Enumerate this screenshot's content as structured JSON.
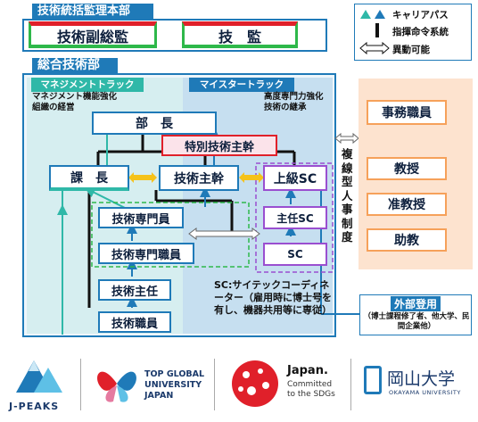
{
  "hq": {
    "title": "技術統括監理本部",
    "deputy": "技術副総監",
    "supervisor": "技　監"
  },
  "legend": {
    "career": "キャリアパス",
    "command": "指揮命令系統",
    "transfer": "異動可能"
  },
  "dept": {
    "title": "総合技術部",
    "mgmt_track": "マネジメントトラック",
    "master_track": "マイスタートラック",
    "mgmt_desc": "マネジメント機能強化\n組織の経営",
    "master_desc": "高度専門力強化\n技術の継承"
  },
  "roles": {
    "bucho": "部　長",
    "tokubetsu": "特別技術主幹",
    "kacho": "課　長",
    "shukan": "技術主幹",
    "senmon": "技術専門員",
    "senmon_shokuin": "技術専門職員",
    "shunin": "技術主任",
    "shokuin": "技術職員",
    "jokyu_sc": "上級SC",
    "shunin_sc": "主任SC",
    "sc": "SC"
  },
  "sc_note": "SC:サイテックコーディネーター（雇用時に博士号を有し、機器共用等に専従）",
  "dual_system": "複線型人事制度",
  "jimu": "事務職員",
  "faculty": [
    "教授",
    "准教授",
    "助教"
  ],
  "external": {
    "title": "外部登用",
    "desc": "（博士課程修了者、他大学、民間企業他）"
  },
  "logos": {
    "jpeaks": "J-PEAKS",
    "tgu": [
      "TOP GLOBAL",
      "UNIVERSITY",
      "JAPAN"
    ],
    "japan": "Japan.",
    "sdgs": [
      "Committed",
      "to the SDGs"
    ],
    "okayama": "岡山大学",
    "okayama_en": "OKAYAMA UNIVERSITY"
  },
  "colors": {
    "blue": "#1f7ab8",
    "teal": "#2fb8a8",
    "mgmt_bg": "#d6eef0",
    "master_bg": "#c6dff0",
    "red": "#e0202a",
    "green": "#2eb84a",
    "purple": "#9a4fd0",
    "orange": "#f6a15a",
    "yellow": "#f5c21a"
  }
}
